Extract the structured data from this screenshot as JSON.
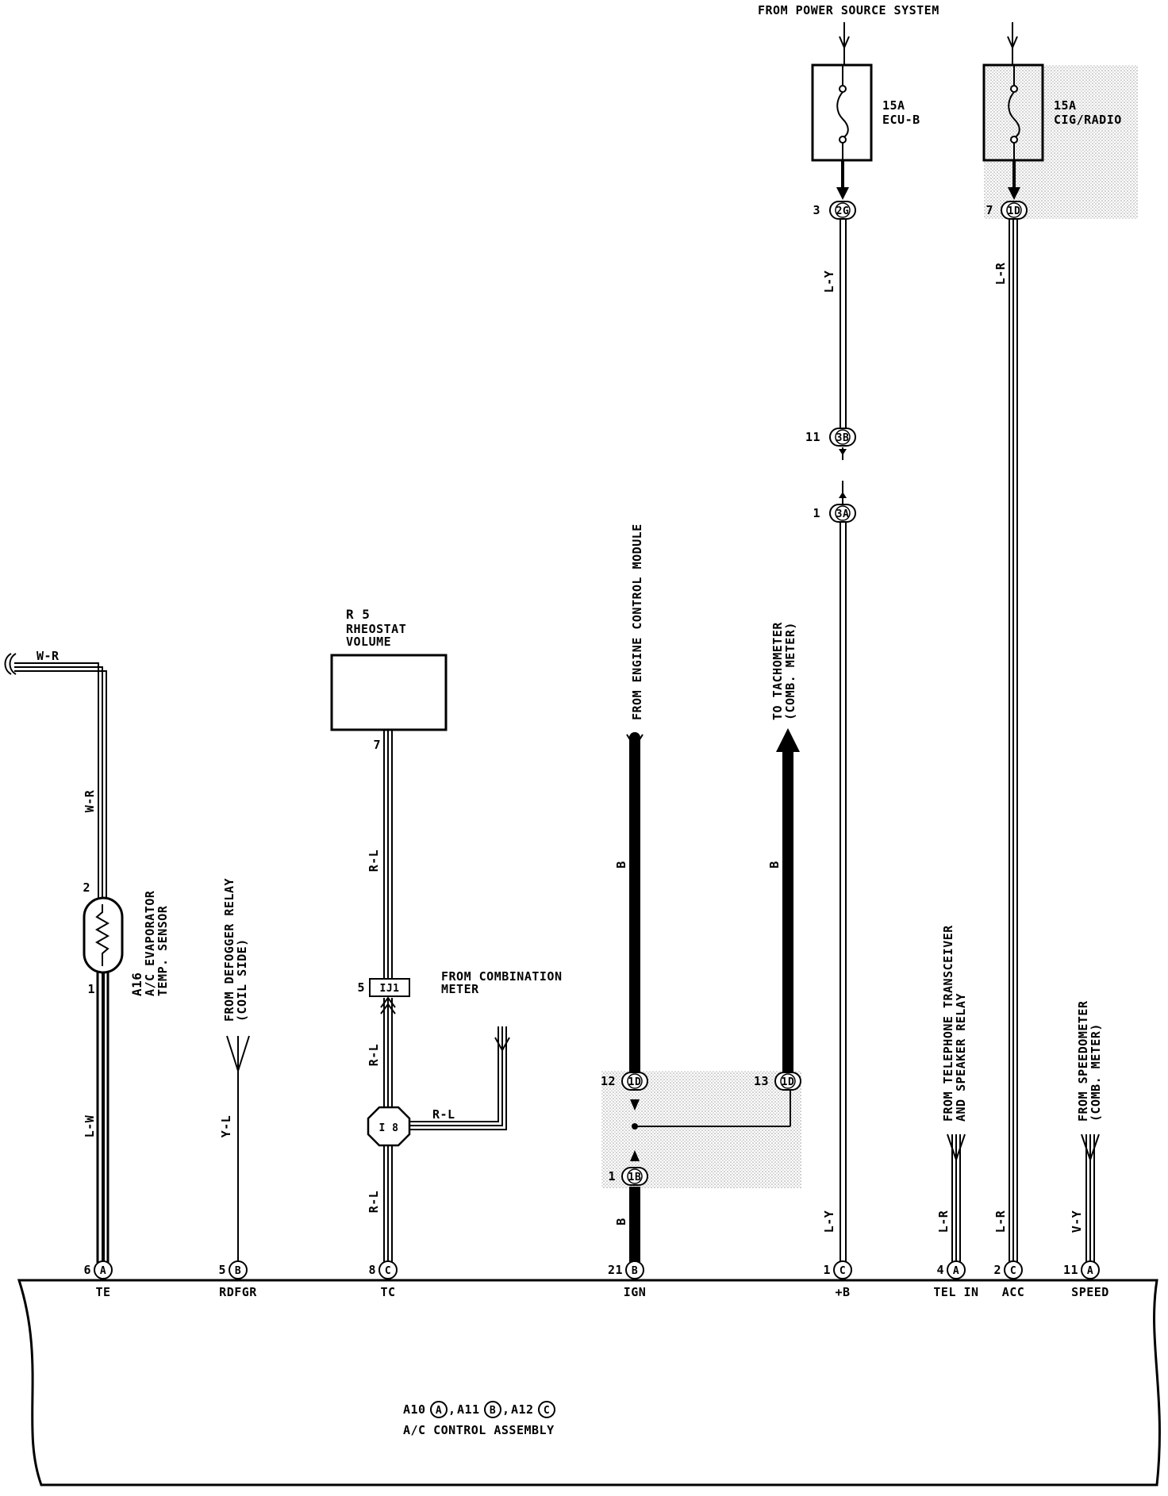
{
  "power_source": {
    "label": "FROM POWER SOURCE SYSTEM"
  },
  "fuses": [
    {
      "amp": "15A",
      "name": "ECU-B"
    },
    {
      "amp": "15A",
      "name": "CIG/RADIO"
    }
  ],
  "connectors": {
    "c_2g": {
      "pin": "3",
      "id": "2G"
    },
    "c_1d_top": {
      "pin": "7",
      "id": "1D"
    },
    "c_3b": {
      "pin": "11",
      "id": "3B"
    },
    "c_3a": {
      "pin": "1",
      "id": "3A"
    },
    "c_1d_12": {
      "pin": "12",
      "id": "1D"
    },
    "c_1d_13": {
      "pin": "13",
      "id": "1D"
    },
    "c_1b": {
      "pin": "1",
      "id": "1B"
    },
    "c_ij1": {
      "pin": "5",
      "id": "IJ1"
    },
    "c_i8": {
      "id": "I 8"
    },
    "r5_pin": "7"
  },
  "wires": {
    "ly_top": "L-Y",
    "lr_top": "L-R",
    "wr_top": "W-R",
    "wr_vert": "W-R",
    "lw": "L-W",
    "yl": "Y-L",
    "rl_upper": "R-L",
    "rl_mid": "R-L",
    "rl_lower": "R-L",
    "rl_branch": "R-L",
    "b_ecm": "B",
    "b_tach": "B",
    "b_lower": "B",
    "ly_bottom": "L-Y",
    "lr_tel": "L-R",
    "lr_acc": "L-R",
    "vy": "V-Y"
  },
  "components": {
    "r5": {
      "ref": "R 5",
      "line1": "RHEOSTAT",
      "line2": "VOLUME"
    },
    "a16": {
      "ref": "A16",
      "line1": "A/C EVAPORATOR",
      "line2": "TEMP. SENSOR",
      "pin_top": "2",
      "pin_bottom": "1"
    }
  },
  "labels": {
    "ecm": "FROM ENGINE CONTROL MODULE",
    "tach_1": "TO TACHOMETER",
    "tach_2": "(COMB. METER)",
    "defogger_1": "FROM DEFOGGER RELAY",
    "defogger_2": "(COIL SIDE)",
    "combination_1": "FROM COMBINATION",
    "combination_2": "METER",
    "telephone_1": "FROM TELEPHONE TRANSCEIVER",
    "telephone_2": "AND SPEAKER RELAY",
    "speedo_1": "FROM SPEEDOMETER",
    "speedo_2": "(COMB. METER)"
  },
  "terminals": [
    {
      "pin": "6",
      "conn": "A",
      "name": "TE"
    },
    {
      "pin": "5",
      "conn": "B",
      "name": "RDFGR"
    },
    {
      "pin": "8",
      "conn": "C",
      "name": "TC"
    },
    {
      "pin": "21",
      "conn": "B",
      "name": "IGN"
    },
    {
      "pin": "1",
      "conn": "C",
      "name": "+B"
    },
    {
      "pin": "4",
      "conn": "A",
      "name": "TEL IN"
    },
    {
      "pin": "2",
      "conn": "C",
      "name": "ACC"
    },
    {
      "pin": "11",
      "conn": "A",
      "name": "SPEED"
    }
  ],
  "assembly": {
    "ref_a": "A10",
    "conn_a": "A",
    "ref_b": "A11",
    "conn_b": "B",
    "ref_c": "A12",
    "conn_c": "C",
    "sep": ",",
    "name": "A/C CONTROL ASSEMBLY"
  }
}
